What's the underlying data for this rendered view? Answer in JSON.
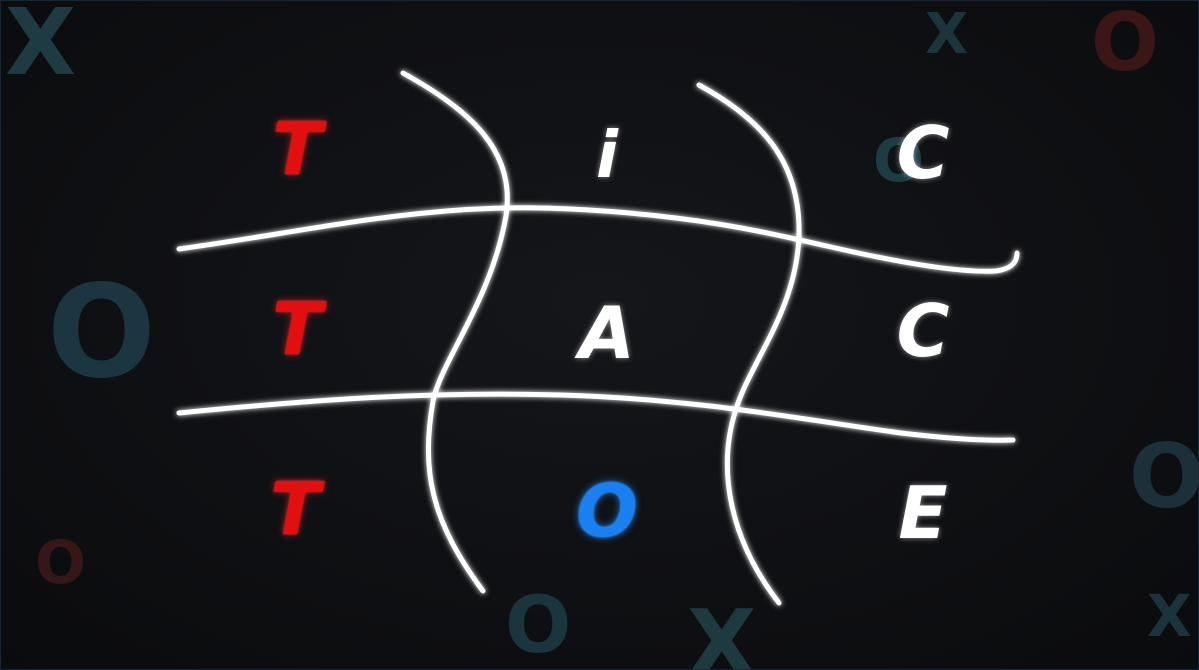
{
  "board": {
    "cells": [
      {
        "id": "r1c1",
        "text": "T",
        "color": "#e10f0f"
      },
      {
        "id": "r1c2",
        "text": "i",
        "color": "#ffffff"
      },
      {
        "id": "r1c3",
        "text": "C",
        "color": "#ffffff"
      },
      {
        "id": "r2c1",
        "text": "T",
        "color": "#e10f0f"
      },
      {
        "id": "r2c2",
        "text": "A",
        "color": "#ffffff"
      },
      {
        "id": "r2c3",
        "text": "C",
        "color": "#ffffff"
      },
      {
        "id": "r3c1",
        "text": "T",
        "color": "#e10f0f"
      },
      {
        "id": "r3c2",
        "text": "O",
        "color": "#1a7ff0"
      },
      {
        "id": "r3c3",
        "text": "E",
        "color": "#ffffff"
      }
    ],
    "grid_color": "#ffffff",
    "background_color": "#0c0d10"
  },
  "background_glyphs": {
    "x_icon": "X",
    "o_icon": "O",
    "teal_color": "#1e3b44",
    "red_color": "#3a1616"
  }
}
